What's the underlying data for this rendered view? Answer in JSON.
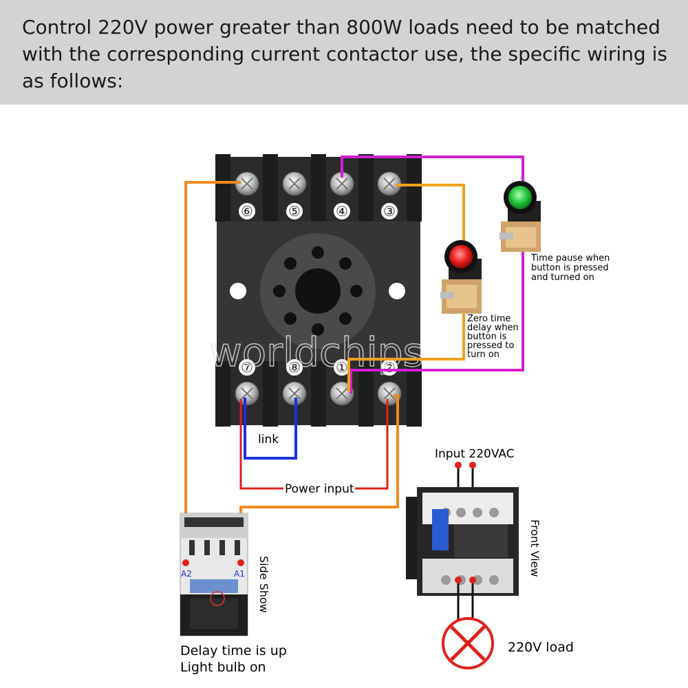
{
  "header": {
    "text": "Control 220V power greater than 800W loads need to be matched with the corresponding current contactor use, the specific wiring is as follows:"
  },
  "relay_socket": {
    "top_terminals": [
      "⑥",
      "⑤",
      "④",
      "③"
    ],
    "bottom_terminals": [
      "⑦",
      "⑧",
      "①",
      "②"
    ]
  },
  "watermark": "worldchips",
  "labels": {
    "time_pause": [
      "Time pause when",
      "button is pressed",
      "and turned on"
    ],
    "zero_delay": [
      "Zero time",
      "delay when",
      "button is",
      "pressed to",
      "turn on"
    ],
    "link": "link",
    "power_input": "Power input",
    "input_220vac": "Input 220VAC",
    "front_view": "Front View",
    "side_show": "Side Show",
    "delay_up": [
      "Delay time is up",
      "Light bulb on"
    ],
    "load": "220V load",
    "contactor_a2": "A2",
    "contactor_a1": "A1"
  },
  "colors": {
    "header_bg": "#d3d3d3",
    "orange_wire": "#f08a1c",
    "magenta_wire": "#d21fd2",
    "red_wire": "#e0201c",
    "blue_wire": "#1a2fe0",
    "socket_body": "#2b2b2b",
    "green_button": "#22c23a",
    "red_button": "#e81a1a"
  }
}
